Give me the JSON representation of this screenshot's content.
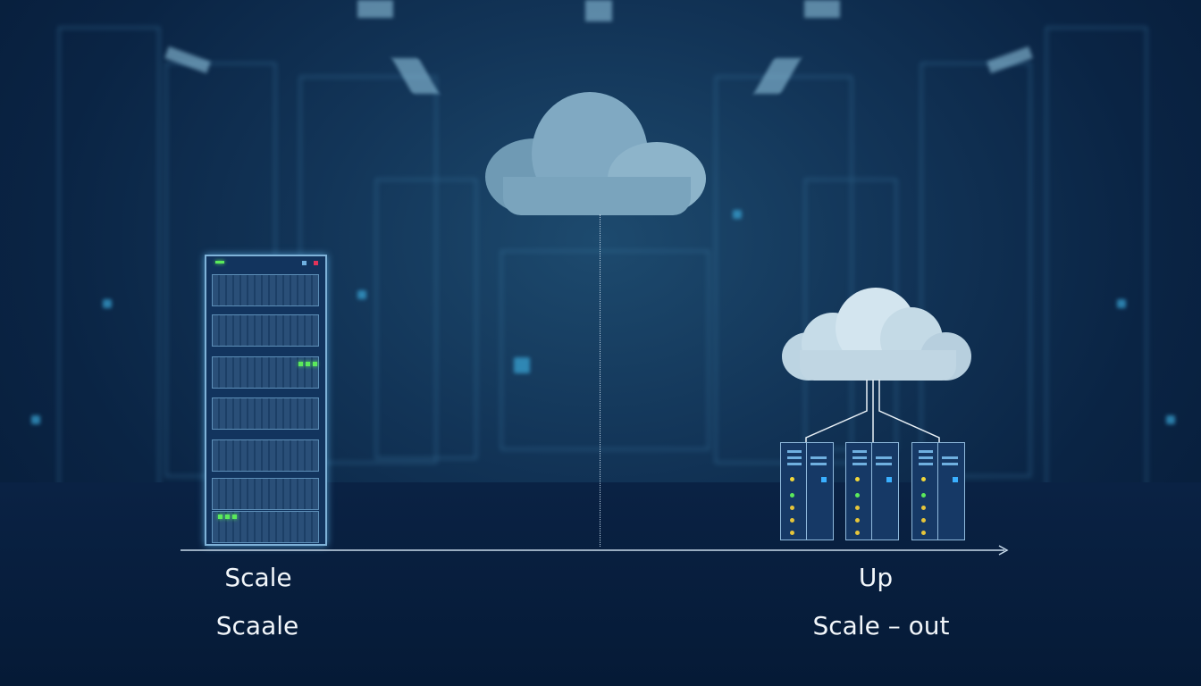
{
  "labels": {
    "left_top": "Scale",
    "left_bottom": "Scaale",
    "right_top": "Up",
    "right_bottom": "Scale – out"
  },
  "colors": {
    "background": "#0a2444",
    "cloud": "#7fa9c2",
    "rack": "#12345e",
    "led_green": "#5bea5b",
    "axis": "#c9dcec"
  }
}
